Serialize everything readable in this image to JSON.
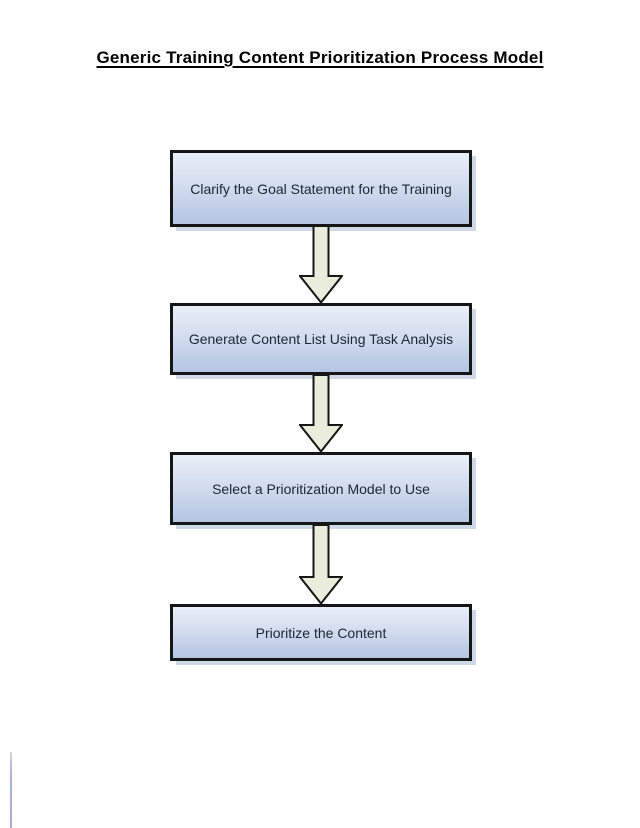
{
  "page": {
    "title": "Generic Training Content Prioritization Process Model"
  },
  "flowchart": {
    "type": "vertical-process-flow",
    "steps": [
      {
        "label": "Clarify the Goal Statement for the Training"
      },
      {
        "label": "Generate Content List Using Task Analysis"
      },
      {
        "label": "Select a Prioritization Model to Use"
      },
      {
        "label": "Prioritize the Content"
      }
    ],
    "connector_icon": "down-block-arrow-icon",
    "connector_count": 3
  },
  "colors": {
    "box_fill_top": "#e9eff7",
    "box_fill_bottom": "#b6c6e2",
    "box_border": "#161616",
    "box_text": "#1c2636",
    "box_shadow": "#a8b8d4",
    "arrow_fill": "#eaecdc",
    "arrow_outline": "#161616",
    "title_color": "#000000",
    "page_edge_line": "#a9b2d4",
    "background": "#ffffff"
  }
}
